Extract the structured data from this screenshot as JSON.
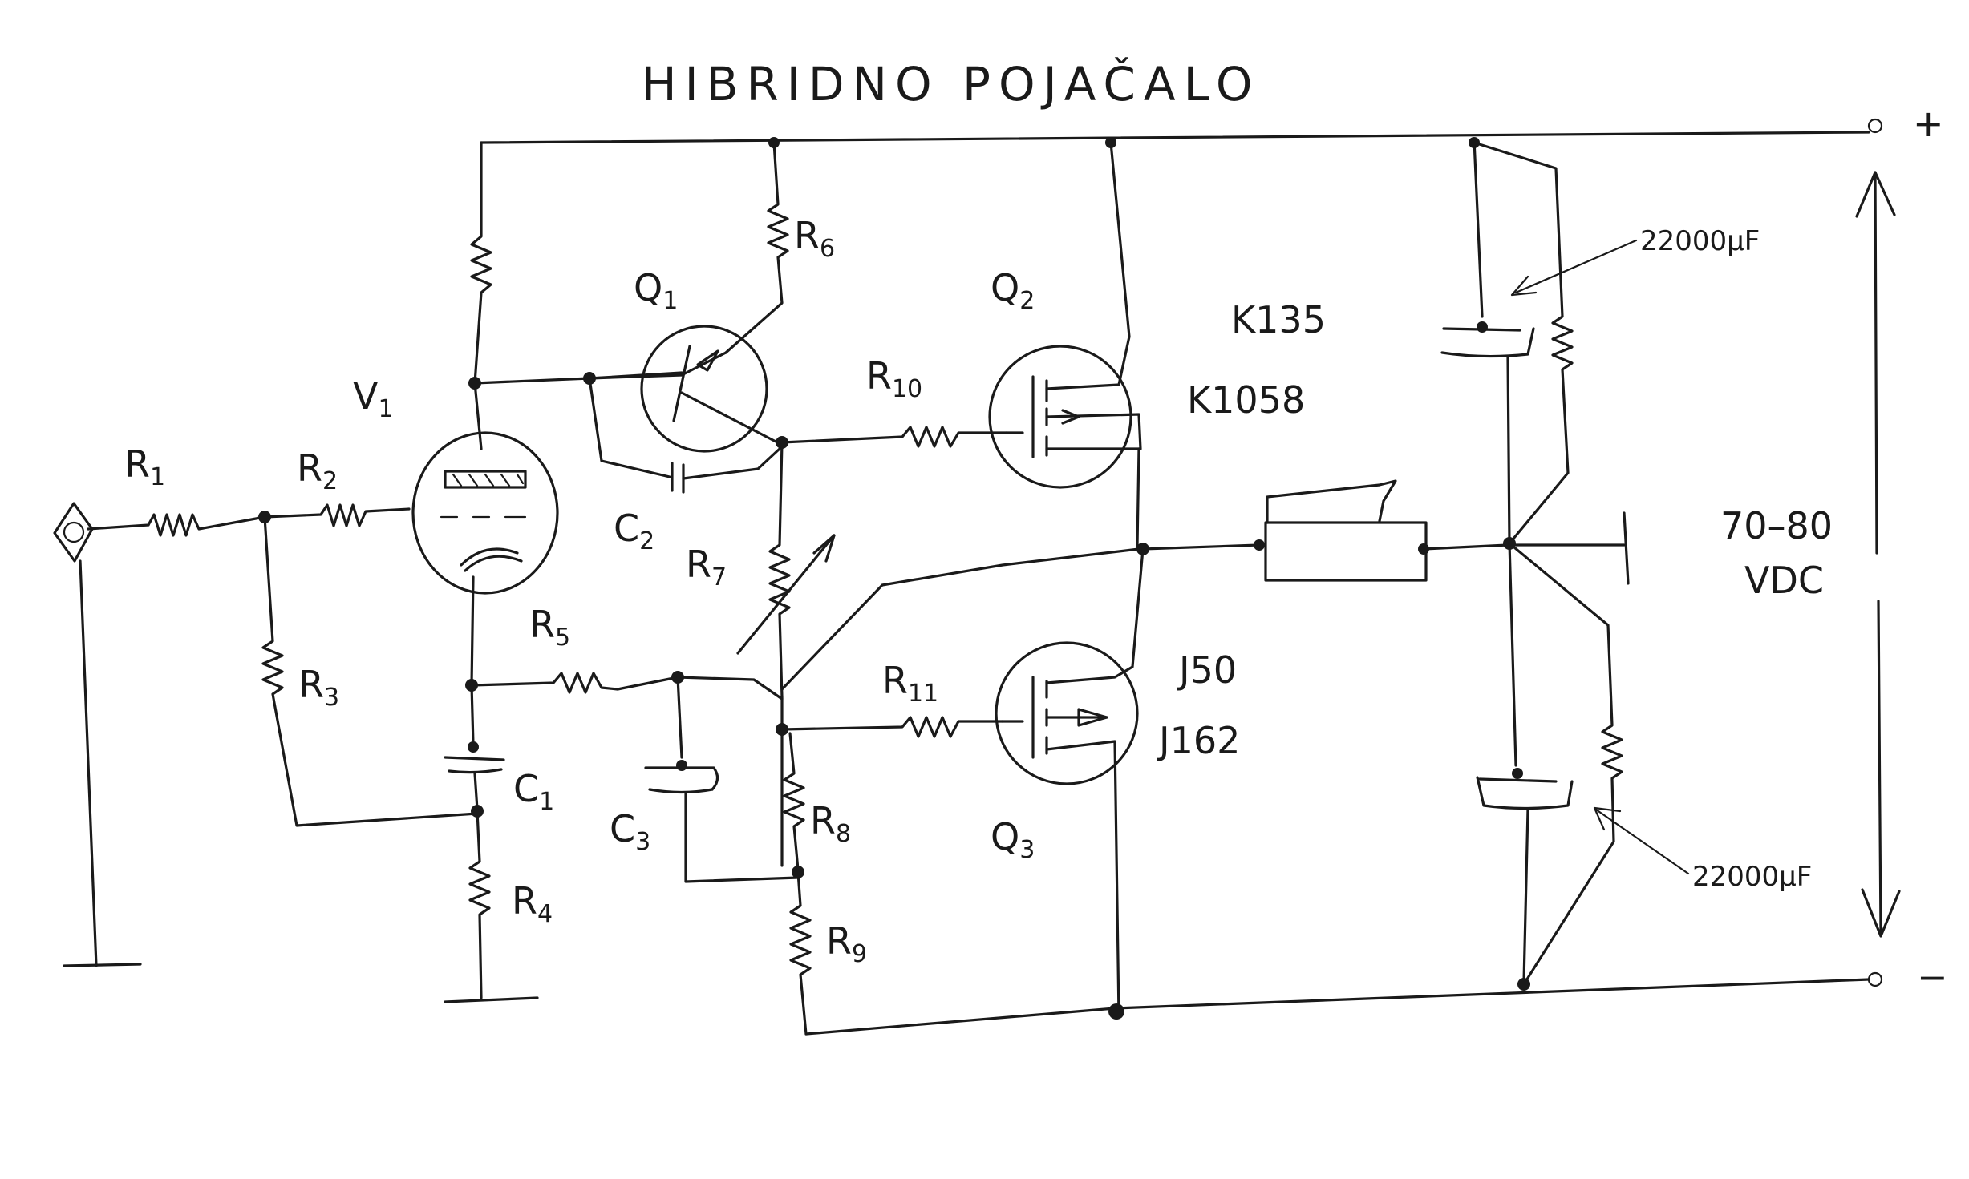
{
  "title": "HIBRIDNO POJAČALO",
  "supply": {
    "plus": "+",
    "minus": "−",
    "voltage_line1": "70–80",
    "voltage_line2": "VDC"
  },
  "components": {
    "R1": {
      "letter": "R",
      "sub": "1"
    },
    "R2": {
      "letter": "R",
      "sub": "2"
    },
    "R3": {
      "letter": "R",
      "sub": "3"
    },
    "R4": {
      "letter": "R",
      "sub": "4"
    },
    "R5": {
      "letter": "R",
      "sub": "5"
    },
    "R6": {
      "letter": "R",
      "sub": "6"
    },
    "R7": {
      "letter": "R",
      "sub": "7"
    },
    "R8": {
      "letter": "R",
      "sub": "8"
    },
    "R9": {
      "letter": "R",
      "sub": "9"
    },
    "R10": {
      "letter": "R",
      "sub": "10"
    },
    "R11": {
      "letter": "R",
      "sub": "11"
    },
    "C1": {
      "letter": "C",
      "sub": "1"
    },
    "C2": {
      "letter": "C",
      "sub": "2"
    },
    "C3": {
      "letter": "C",
      "sub": "3"
    },
    "V1": {
      "letter": "V",
      "sub": "1"
    },
    "Q1": {
      "letter": "Q",
      "sub": "1"
    },
    "Q2": {
      "letter": "Q",
      "sub": "2"
    },
    "Q3": {
      "letter": "Q",
      "sub": "3"
    }
  },
  "parts": {
    "q2_part1": "K135",
    "q2_part2": "K1058",
    "q3_part1": "J50",
    "q3_part2": "J162"
  },
  "capacitors": {
    "top": "22000μF",
    "bottom": "22000μF"
  }
}
